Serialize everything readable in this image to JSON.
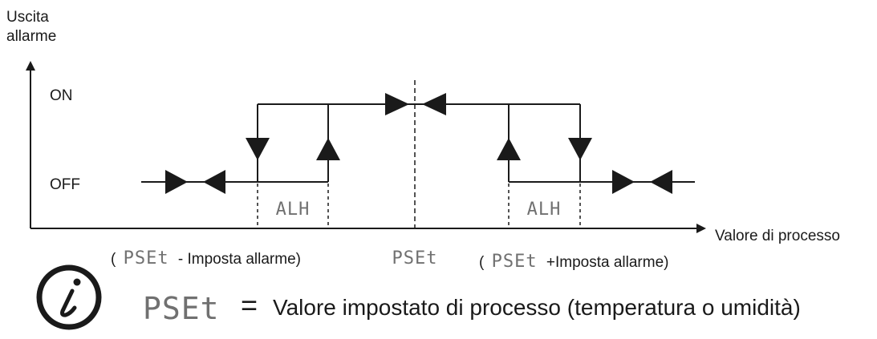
{
  "axes": {
    "y_label_line1": "Uscita",
    "y_label_line2": "allarme",
    "x_label": "Valore di processo",
    "level_on": "ON",
    "level_off": "OFF"
  },
  "segments": {
    "pset": "PSEt",
    "alh": "ALH"
  },
  "labels": {
    "left_open": "(",
    "left_text": "- Imposta allarme)",
    "right_open": "(",
    "right_text": "+Imposta allarme)"
  },
  "legend": {
    "icon": "info-icon",
    "equals": "=",
    "text": "Valore impostato di processo (temperatura o umidità)"
  },
  "colors": {
    "line": "#1a1a1a",
    "segment_text": "#707070"
  }
}
